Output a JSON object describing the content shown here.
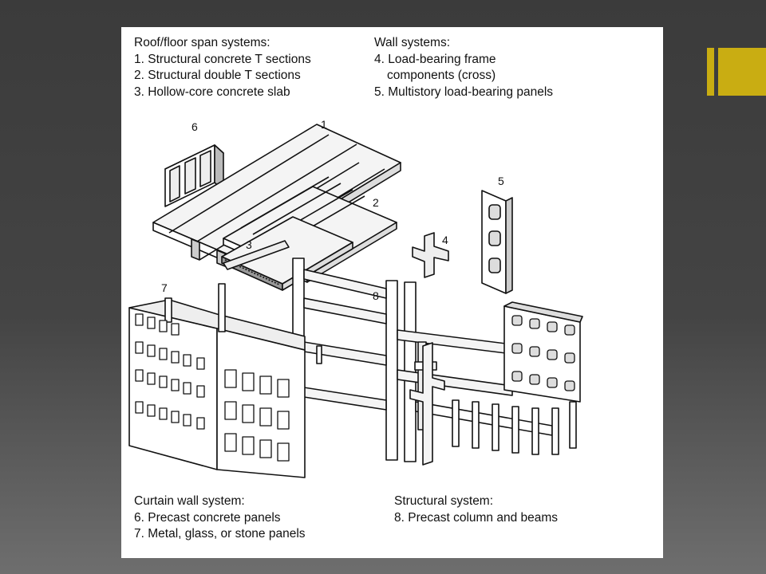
{
  "captions": {
    "roof_floor": {
      "heading": "Roof/floor span systems:",
      "items": [
        "1. Structural concrete T sections",
        "2. Structural double T sections",
        "3. Hollow-core concrete slab"
      ]
    },
    "wall": {
      "heading": "Wall systems:",
      "items": [
        "4. Load-bearing frame",
        "components (cross)",
        "5. Multistory load-bearing panels"
      ]
    },
    "curtain": {
      "heading": "Curtain wall system:",
      "items": [
        "6. Precast concrete panels",
        "7. Metal, glass, or stone panels"
      ]
    },
    "structural": {
      "heading": "Structural system:",
      "items": [
        "8. Precast column and beams"
      ]
    }
  },
  "callouts": [
    "1",
    "2",
    "3",
    "4",
    "5",
    "6",
    "7",
    "8"
  ],
  "colors": {
    "accent": "#c9ad12",
    "panel": "#ffffff",
    "line": "#111111"
  }
}
